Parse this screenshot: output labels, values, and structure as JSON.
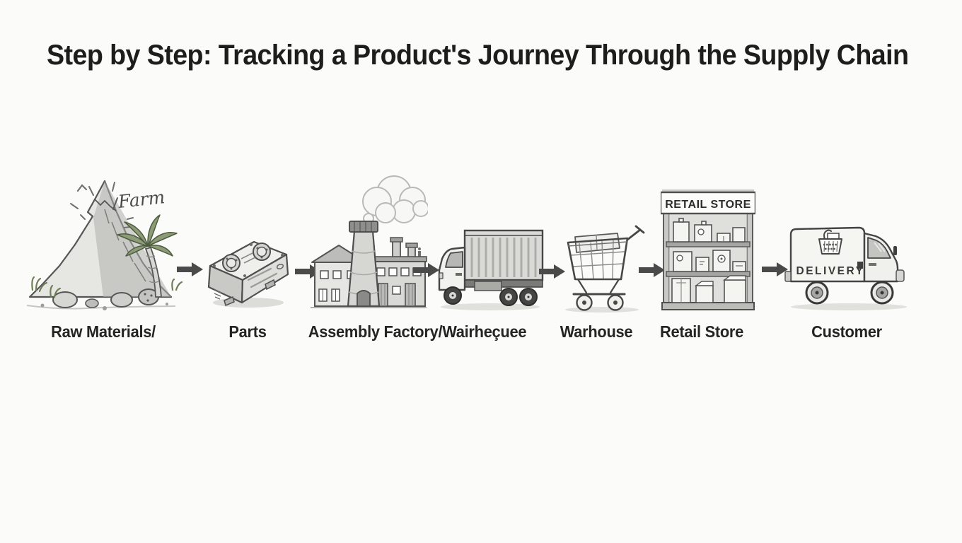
{
  "page": {
    "title": "Step by Step: Tracking a Product's Journey Through the Supply Chain",
    "background": "#fbfbf9",
    "style": "hand-drawn pencil sketch"
  },
  "diagram": {
    "type": "flow",
    "flow_direction": "left-to-right",
    "stages": [
      {
        "id": "raw-materials",
        "label": "Raw Materials/",
        "icon": "mountain-farm-icon",
        "annotation": "Farm"
      },
      {
        "id": "parts",
        "label": "Parts",
        "icon": "machine-part-icon"
      },
      {
        "id": "assembly-factory",
        "label": "Assembly Factory/Wairheçuee",
        "icon": "factory-icon"
      },
      {
        "id": "transport-truck",
        "label": "",
        "icon": "box-truck-icon"
      },
      {
        "id": "warehouse",
        "label": "Warhouse",
        "icon": "shopping-cart-icon"
      },
      {
        "id": "retail-store",
        "label": "Retail Store",
        "icon": "retail-shelf-icon",
        "sign_text": "RETAIL STORE"
      },
      {
        "id": "customer",
        "label": "Customer",
        "icon": "delivery-van-icon",
        "vehicle_text": "DELIVERY"
      }
    ],
    "connectors": {
      "count": 6,
      "glyph": "arrow-right-icon",
      "color": "#4a4a4a"
    },
    "colors": {
      "ink": "#545454",
      "title_ink": "#1d1d1d",
      "label_ink": "#242424",
      "arrow": "#4a4a4a",
      "foliage_green": "#7b8a66",
      "paper": "#fbfbf9"
    }
  }
}
